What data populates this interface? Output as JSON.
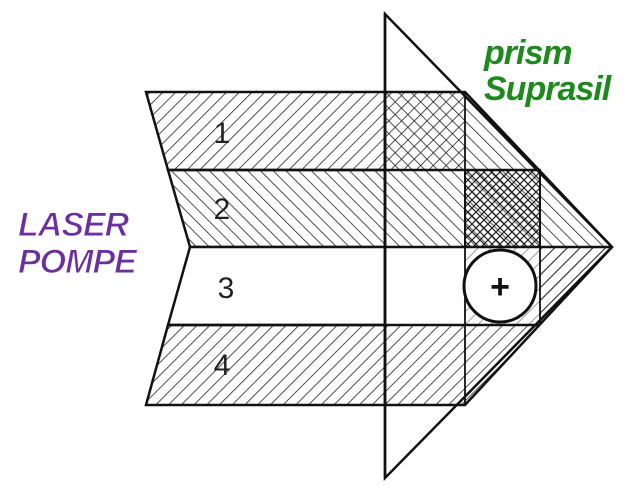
{
  "labels": {
    "laser_line1": "LASER",
    "laser_line2": "POMPE",
    "prism_line1": "prism",
    "prism_line2": "Suprasil"
  },
  "bands": [
    {
      "number": "1",
      "fill": "hatched"
    },
    {
      "number": "2",
      "fill": "hatched"
    },
    {
      "number": "3",
      "fill": "clear"
    },
    {
      "number": "4",
      "fill": "hatched"
    }
  ],
  "marker": {
    "symbol": "+"
  },
  "colors": {
    "laser_label": "#6b2fa0",
    "prism_label": "#1e8a1e",
    "line": "#111111"
  }
}
